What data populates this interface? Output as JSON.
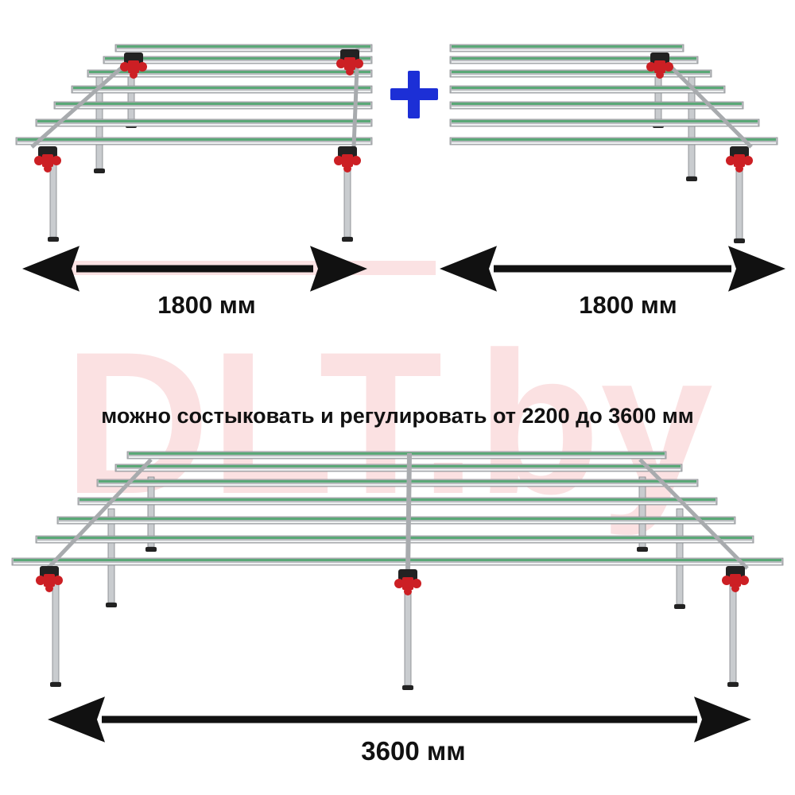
{
  "watermark": {
    "text": "DLT.by",
    "color": "#e3202a"
  },
  "plus": {
    "symbol": "+",
    "color": "#1c2fd6"
  },
  "dimensions": {
    "left_module": "1800 мм",
    "right_module": "1800 мм",
    "combined": "3600 мм"
  },
  "caption": "можно состыковать и регулировать от 2200 до 3600 мм",
  "colors": {
    "rail_frame": "#b9bcbf",
    "rail_green": "#5aa877",
    "clamp_red": "#cc1f24",
    "foot": "#222222",
    "arrow": "#111111"
  }
}
